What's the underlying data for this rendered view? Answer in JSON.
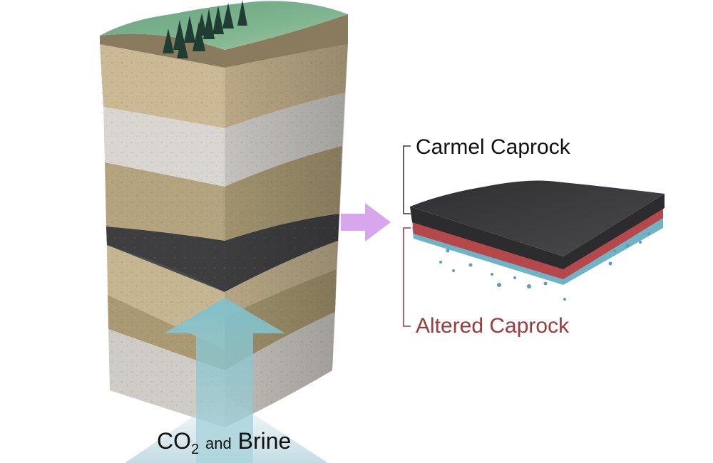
{
  "labels": {
    "carmel": "Carmel Caprock",
    "altered": "Altered Caprock",
    "co2_main": "CO",
    "co2_sub": "2",
    "co2_and": "and",
    "co2_brine": "Brine"
  },
  "colors": {
    "altered_text": "#9c3b3c",
    "bracket_dark": "#3a3a3a",
    "bracket_red": "#9c3b3c",
    "arrow_purple": "#d7a6ec",
    "arrow_teal": "#7fb9c6",
    "shale": "#3b3b3b",
    "altered_layer": "#b4484a",
    "brine_layer": "#6fb3c6"
  },
  "icons": {
    "column": "stratigraphic-column-icon",
    "trees": "forest-icon",
    "block": "caprock-block-icon"
  }
}
